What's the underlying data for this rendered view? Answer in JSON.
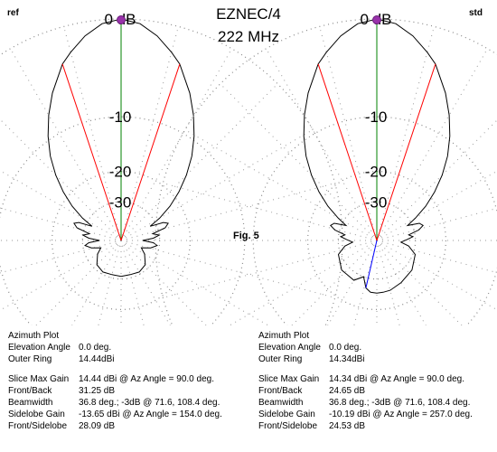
{
  "header": {
    "left_label": "ref",
    "right_label": "std",
    "title_line1": "EZNEC/4",
    "title_line2": "222 MHz",
    "fig_label": "Fig. 5"
  },
  "chart_data": [
    {
      "type": "polar",
      "label": "ref",
      "ring_labels": [
        "0 dB",
        "-10",
        "-20",
        "-30"
      ],
      "ring_db": [
        0,
        -10,
        -20,
        -30
      ],
      "axis_db_range": [
        -40,
        0
      ],
      "max_gain_az_deg": 90.0,
      "half_power_az_deg": [
        71.6,
        108.4
      ],
      "sidelobe_az_deg": 154.0,
      "colors": {
        "pattern": "#000000",
        "axis": "#008000",
        "beam_lines": "#ff0000",
        "marker": "#9933aa"
      },
      "pattern": [
        {
          "az": 90,
          "db": 0
        },
        {
          "az": 85,
          "db": -0.3
        },
        {
          "az": 80,
          "db": -1.1
        },
        {
          "az": 75,
          "db": -2.2
        },
        {
          "az": 71.6,
          "db": -3
        },
        {
          "az": 65,
          "db": -5.3
        },
        {
          "az": 60,
          "db": -7.3
        },
        {
          "az": 55,
          "db": -9.5
        },
        {
          "az": 50,
          "db": -12
        },
        {
          "az": 45,
          "db": -15
        },
        {
          "az": 40,
          "db": -18.5
        },
        {
          "az": 35,
          "db": -22.5
        },
        {
          "az": 30,
          "db": -27.5
        },
        {
          "az": 26,
          "db": -33
        },
        {
          "az": 23,
          "db": -27
        },
        {
          "az": 20,
          "db": -25.5
        },
        {
          "az": 16,
          "db": -27
        },
        {
          "az": 12,
          "db": -33
        },
        {
          "az": 8,
          "db": -30
        },
        {
          "az": 4,
          "db": -33
        },
        {
          "az": 0,
          "db": -40
        },
        {
          "az": -4,
          "db": -33
        },
        {
          "az": -8,
          "db": -31
        },
        {
          "az": -14,
          "db": -34
        },
        {
          "az": -20,
          "db": -40
        },
        {
          "az": -30,
          "db": -36
        },
        {
          "az": -45,
          "db": -32
        },
        {
          "az": -60,
          "db": -31
        },
        {
          "az": -75,
          "db": -31.5
        },
        {
          "az": -90,
          "db": -31.25
        },
        {
          "az": -105,
          "db": -31.5
        },
        {
          "az": -120,
          "db": -31
        },
        {
          "az": -135,
          "db": -32
        },
        {
          "az": -150,
          "db": -36
        },
        {
          "az": -160,
          "db": -40
        },
        {
          "az": -166,
          "db": -34
        },
        {
          "az": -172,
          "db": -31
        },
        {
          "az": -176,
          "db": -33
        },
        {
          "az": 180,
          "db": -40
        },
        {
          "az": 176,
          "db": -33
        },
        {
          "az": 172,
          "db": -30
        },
        {
          "az": 168,
          "db": -33
        },
        {
          "az": 164,
          "db": -27
        },
        {
          "az": 160,
          "db": -25.5
        },
        {
          "az": 157,
          "db": -27
        },
        {
          "az": 154,
          "db": -33
        },
        {
          "az": 150,
          "db": -27.5
        },
        {
          "az": 145,
          "db": -22.5
        },
        {
          "az": 140,
          "db": -18.5
        },
        {
          "az": 135,
          "db": -15
        },
        {
          "az": 130,
          "db": -12
        },
        {
          "az": 125,
          "db": -9.5
        },
        {
          "az": 120,
          "db": -7.3
        },
        {
          "az": 115,
          "db": -5.3
        },
        {
          "az": 108.4,
          "db": -3
        },
        {
          "az": 105,
          "db": -2.2
        },
        {
          "az": 100,
          "db": -1.1
        },
        {
          "az": 95,
          "db": -0.3
        }
      ],
      "info": {
        "plot_type": "Azimuth Plot",
        "rows1": [
          {
            "k": "Elevation Angle",
            "v": "0.0 deg."
          },
          {
            "k": "Outer Ring",
            "v": "14.44dBi"
          }
        ],
        "rows2": [
          {
            "k": "Slice Max Gain",
            "v": "14.44 dBi @ Az Angle = 90.0 deg."
          },
          {
            "k": "Front/Back",
            "v": "31.25 dB"
          },
          {
            "k": "Beamwidth",
            "v": "36.8 deg.; -3dB @ 71.6, 108.4 deg."
          },
          {
            "k": "Sidelobe Gain",
            "v": "-13.65 dBi @ Az Angle = 154.0 deg."
          },
          {
            "k": "Front/Sidelobe",
            "v": "28.09 dB"
          }
        ]
      }
    },
    {
      "type": "polar",
      "label": "std",
      "ring_labels": [
        "0 dB",
        "-10",
        "-20",
        "-30"
      ],
      "ring_db": [
        0,
        -10,
        -20,
        -30
      ],
      "axis_db_range": [
        -40,
        0
      ],
      "max_gain_az_deg": 90.0,
      "half_power_az_deg": [
        71.6,
        108.4
      ],
      "sidelobe_az_deg": 257.0,
      "colors": {
        "pattern": "#000000",
        "axis": "#008000",
        "beam_lines": "#ff0000",
        "back_line": "#0000ff",
        "marker": "#9933aa"
      },
      "pattern": [
        {
          "az": 90,
          "db": 0
        },
        {
          "az": 85,
          "db": -0.3
        },
        {
          "az": 80,
          "db": -1.1
        },
        {
          "az": 75,
          "db": -2.2
        },
        {
          "az": 71.6,
          "db": -3
        },
        {
          "az": 65,
          "db": -5.3
        },
        {
          "az": 60,
          "db": -7.3
        },
        {
          "az": 55,
          "db": -9.5
        },
        {
          "az": 50,
          "db": -12
        },
        {
          "az": 45,
          "db": -15
        },
        {
          "az": 40,
          "db": -18.5
        },
        {
          "az": 35,
          "db": -22.5
        },
        {
          "az": 30,
          "db": -27.5
        },
        {
          "az": 26,
          "db": -32
        },
        {
          "az": 22,
          "db": -27
        },
        {
          "az": 18,
          "db": -26
        },
        {
          "az": 14,
          "db": -28
        },
        {
          "az": 10,
          "db": -33
        },
        {
          "az": 6,
          "db": -31
        },
        {
          "az": 2,
          "db": -34
        },
        {
          "az": -4,
          "db": -38
        },
        {
          "az": -10,
          "db": -33
        },
        {
          "az": -20,
          "db": -29
        },
        {
          "az": -40,
          "db": -27
        },
        {
          "az": -60,
          "db": -26
        },
        {
          "az": -75,
          "db": -25
        },
        {
          "az": -83,
          "db": -24.8
        },
        {
          "az": -90,
          "db": -24.65
        },
        {
          "az": -97,
          "db": -24.8
        },
        {
          "az": -103,
          "db": -26
        },
        {
          "az": -110,
          "db": -30
        },
        {
          "az": -120,
          "db": -27
        },
        {
          "az": -140,
          "db": -27
        },
        {
          "az": -160,
          "db": -29
        },
        {
          "az": -170,
          "db": -33
        },
        {
          "az": -176,
          "db": -38
        },
        {
          "az": 178,
          "db": -34
        },
        {
          "az": 174,
          "db": -31
        },
        {
          "az": 170,
          "db": -33
        },
        {
          "az": 166,
          "db": -28
        },
        {
          "az": 162,
          "db": -26
        },
        {
          "az": 158,
          "db": -27
        },
        {
          "az": 154,
          "db": -32
        },
        {
          "az": 150,
          "db": -27.5
        },
        {
          "az": 145,
          "db": -22.5
        },
        {
          "az": 140,
          "db": -18.5
        },
        {
          "az": 135,
          "db": -15
        },
        {
          "az": 130,
          "db": -12
        },
        {
          "az": 125,
          "db": -9.5
        },
        {
          "az": 120,
          "db": -7.3
        },
        {
          "az": 115,
          "db": -5.3
        },
        {
          "az": 108.4,
          "db": -3
        },
        {
          "az": 105,
          "db": -2.2
        },
        {
          "az": 100,
          "db": -1.1
        },
        {
          "az": 95,
          "db": -0.3
        }
      ],
      "info": {
        "plot_type": "Azimuth Plot",
        "rows1": [
          {
            "k": "Elevation Angle",
            "v": "0.0 deg."
          },
          {
            "k": "Outer Ring",
            "v": "14.34dBi"
          }
        ],
        "rows2": [
          {
            "k": "Slice Max Gain",
            "v": "14.34 dBi @ Az Angle = 90.0 deg."
          },
          {
            "k": "Front/Back",
            "v": "24.65 dB"
          },
          {
            "k": "Beamwidth",
            "v": "36.8 deg.; -3dB @ 71.6, 108.4 deg."
          },
          {
            "k": "Sidelobe Gain",
            "v": "-10.19 dBi @ Az Angle = 257.0 deg."
          },
          {
            "k": "Front/Sidelobe",
            "v": "24.53 dB"
          }
        ]
      }
    }
  ]
}
